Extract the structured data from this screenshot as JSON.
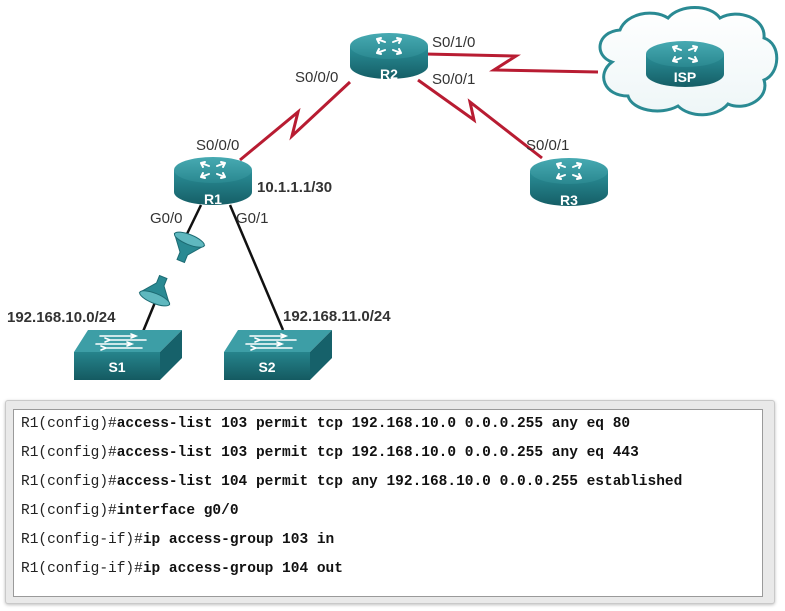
{
  "topology": {
    "devices": [
      {
        "id": "R2",
        "label": "R2",
        "type": "router"
      },
      {
        "id": "R1",
        "label": "R1",
        "type": "router"
      },
      {
        "id": "R3",
        "label": "R3",
        "type": "router"
      },
      {
        "id": "ISP",
        "label": "ISP",
        "type": "router-in-cloud"
      },
      {
        "id": "S1",
        "label": "S1",
        "type": "switch"
      },
      {
        "id": "S2",
        "label": "S2",
        "type": "switch"
      }
    ],
    "interfaces": {
      "r2_s000": "S0/0/0",
      "r2_s010": "S0/1/0",
      "r2_s001": "S0/0/1",
      "r1_s000": "S0/0/0",
      "r1_g00": "G0/0",
      "r1_g01": "G0/1",
      "r3_s001": "S0/0/1"
    },
    "addresses": {
      "r1_serial": "10.1.1.1/30",
      "lan_s1": "192.168.10.0/24",
      "lan_s2": "192.168.11.0/24"
    },
    "links": [
      {
        "from": "R1",
        "to": "R2",
        "kind": "serial"
      },
      {
        "from": "R2",
        "to": "ISP",
        "kind": "serial"
      },
      {
        "from": "R2",
        "to": "R3",
        "kind": "serial"
      },
      {
        "from": "R1",
        "to": "S1",
        "kind": "ethernet-with-filter"
      },
      {
        "from": "R1",
        "to": "S2",
        "kind": "ethernet"
      }
    ],
    "colors": {
      "serial_link": "#b81c32",
      "device": "#2a8a93",
      "ethernet_link": "#111111"
    }
  },
  "cli": [
    {
      "prompt": "R1(config)#",
      "command": "access-list 103 permit tcp 192.168.10.0 0.0.0.255 any eq 80"
    },
    {
      "prompt": "R1(config)#",
      "command": "access-list 103 permit tcp 192.168.10.0 0.0.0.255 any eq 443"
    },
    {
      "prompt": "R1(config)#",
      "command": "access-list 104 permit tcp any 192.168.10.0 0.0.0.255 established"
    },
    {
      "prompt": "R1(config)#",
      "command": "interface g0/0"
    },
    {
      "prompt": "R1(config-if)#",
      "command": "ip access-group 103 in"
    },
    {
      "prompt": "R1(config-if)#",
      "command": "ip access-group 104 out"
    }
  ]
}
